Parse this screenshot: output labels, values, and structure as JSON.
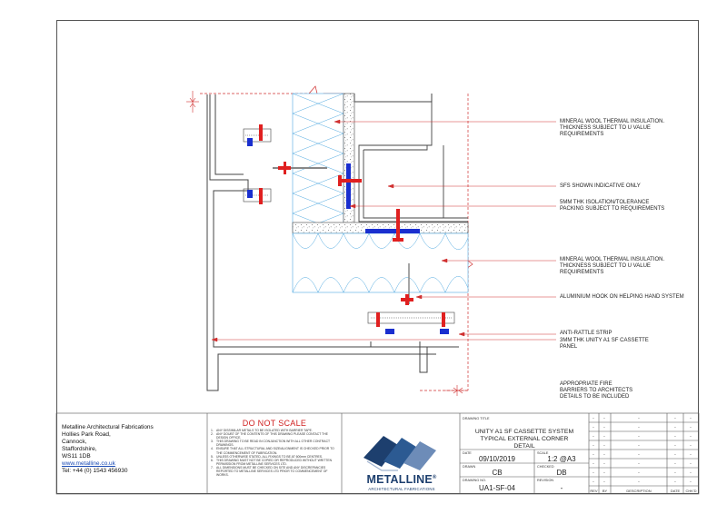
{
  "callouts": {
    "mineral_wool_1": "MINERAL WOOL THERMAL INSULATION.\nTHICKNESS SUBJECT TO U VALUE\nREQUIREMENTS",
    "sfs": "SFS SHOWN INDICATIVE ONLY",
    "packing": "5MM THK ISOLATION/TOLERANCE\nPACKING SUBJECT TO REQUIREMENTS",
    "mineral_wool_2": "MINERAL WOOL THERMAL INSULATION.\nTHICKNESS SUBJECT TO U VALUE\nREQUIREMENTS",
    "hook": "ALUMINIUM HOOK ON HELPING HAND SYSTEM",
    "anti_rattle": "ANTI-RATTLE STRIP",
    "panel": "3MM THK UNITY A1 SF CASSETTE\nPANEL",
    "fire": "APPROPRIATE FIRE\nBARRIERS TO ARCHITECTS\nDETAILS TO BE INCLUDED"
  },
  "company": {
    "name": "Metalline Architectural Fabrications",
    "line1": "Hollies Park Road,",
    "line2": "Cannock,",
    "line3": "Staffordshire,",
    "line4": "WS11 1DB",
    "website": "www.metalline.co.uk",
    "phone": "Tel: +44 (0) 1543 456930"
  },
  "do_not_scale": "DO NOT SCALE",
  "notes": [
    {
      "n": "1.",
      "t": "ANY DISSIMILAR METALS TO BE ISOLATED WITH BARRIER TAPE."
    },
    {
      "n": "2.",
      "t": "ANY DOUBT OF THE CONTENTS OF THIS DRAWING PLEASE CONTACT THE DESIGN OFFICE."
    },
    {
      "n": "3.",
      "t": "THIS DRAWING TO BE READ IN CONJUNCTION WITH ALL OTHER CONTRACT DRAWINGS."
    },
    {
      "n": "4.",
      "t": "ENSURE THAT ALL STRUCTURAL AND SIZE/ALIGNMENT IS CHECKED PRIOR TO THE COMMENCEMENT OF FABRICATION."
    },
    {
      "n": "5.",
      "t": "UNLESS OTHERWISE STATED, ALL FIXINGS TO BE AT 600mm CENTRES."
    },
    {
      "n": "6.",
      "t": "THIS DRAWING MUST NOT BE COPIED OR REPRODUCED WITHOUT WRITTEN PERMISSION FROM METALLINE SERVICES LTD."
    },
    {
      "n": "7.",
      "t": "ALL DIMENSIONS MUST BE CHECKED ON SITE AND ANY DISCREPANCIES REPORTED TO METALLINE SERVICES LTD PRIOR TO COMMENCEMENT OF WORKS."
    }
  ],
  "brand": {
    "name": "METALLINE",
    "mark": "®",
    "sub": "ARCHITECTURAL FABRICATIONS",
    "color": "#1d3f6e"
  },
  "title_block": {
    "drawing_title_label": "DRAWING TITLE",
    "drawing_title": "UNITY A1 SF CASSETTE SYSTEM\nTYPICAL EXTERNAL CORNER\nDETAIL",
    "date_label": "DATE",
    "date": "09/10/2019",
    "scale_label": "SCALE",
    "scale": "1:2 @A3",
    "drawn_label": "DRAWN",
    "drawn": "CB",
    "checked_label": "CHECKED",
    "checked": "DB",
    "drawing_no_label": "DRAWING No.",
    "drawing_no": "UA1-SF-04",
    "revision_label": "REVISION",
    "revision": "-"
  },
  "revision_table": {
    "headers": [
      "REV",
      "BY",
      "DESCRIPTION",
      "DATE",
      "CHK'D"
    ],
    "placeholder": "-"
  },
  "colors": {
    "red": "#e02020",
    "blue": "#1a2fcf",
    "insulation": "#4fa8e0",
    "steel": "#555555"
  }
}
